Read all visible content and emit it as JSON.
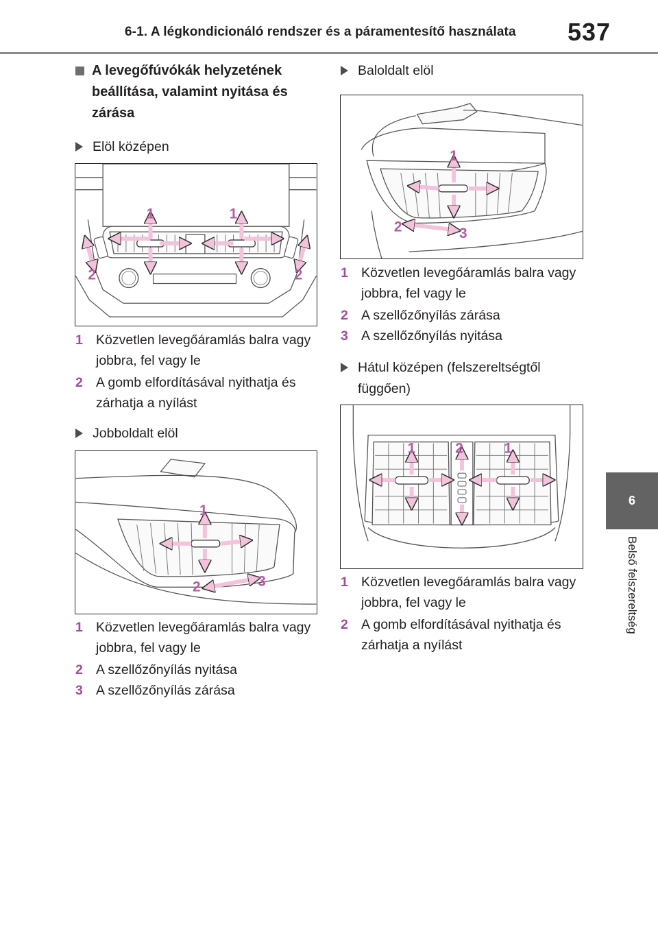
{
  "header": {
    "title": "6-1. A légkondicionáló rendszer és a páramentesítő használata",
    "page_number": "537"
  },
  "side_tab": {
    "chapter": "6",
    "label": "Belső felszereltség"
  },
  "section_heading": "A levegőfúvókák helyzetének beállítása, valamint nyitása és zárása",
  "front_center": {
    "title": "Elöl középen",
    "callouts": [
      "1",
      "1",
      "2",
      "2"
    ],
    "items": [
      {
        "num": "1",
        "text": "Közvetlen levegőáramlás balra vagy jobbra, fel vagy le"
      },
      {
        "num": "2",
        "text": "A gomb elfordításával nyithatja és zárhatja a nyílást"
      }
    ]
  },
  "right_front": {
    "title": "Jobboldalt elöl",
    "callouts": [
      "1",
      "2",
      "3"
    ],
    "items": [
      {
        "num": "1",
        "text": "Közvetlen levegőáramlás balra vagy jobbra, fel vagy le"
      },
      {
        "num": "2",
        "text": "A szellőzőnyílás nyitása"
      },
      {
        "num": "3",
        "text": "A szellőzőnyílás zárása"
      }
    ]
  },
  "left_front": {
    "title": "Baloldalt elöl",
    "callouts": [
      "1",
      "2",
      "3"
    ],
    "items": [
      {
        "num": "1",
        "text": "Közvetlen levegőáramlás balra vagy jobbra, fel vagy le"
      },
      {
        "num": "2",
        "text": "A szellőzőnyílás zárása"
      },
      {
        "num": "3",
        "text": "A szellőzőnyílás nyitása"
      }
    ]
  },
  "rear_center": {
    "title": "Hátul középen (felszereltségtől függően)",
    "callouts": [
      "1",
      "2",
      "1"
    ],
    "items": [
      {
        "num": "1",
        "text": "Közvetlen levegőáramlás balra vagy jobbra, fel vagy le"
      },
      {
        "num": "2",
        "text": "A gomb elfordításával nyithatja és zárhatja a nyílást"
      }
    ]
  },
  "colors": {
    "arrow_fill": "#f3c3dc",
    "arrow_stroke": "#2b2b2b",
    "callout": "#b55aa4",
    "side_tab": "#636363"
  }
}
